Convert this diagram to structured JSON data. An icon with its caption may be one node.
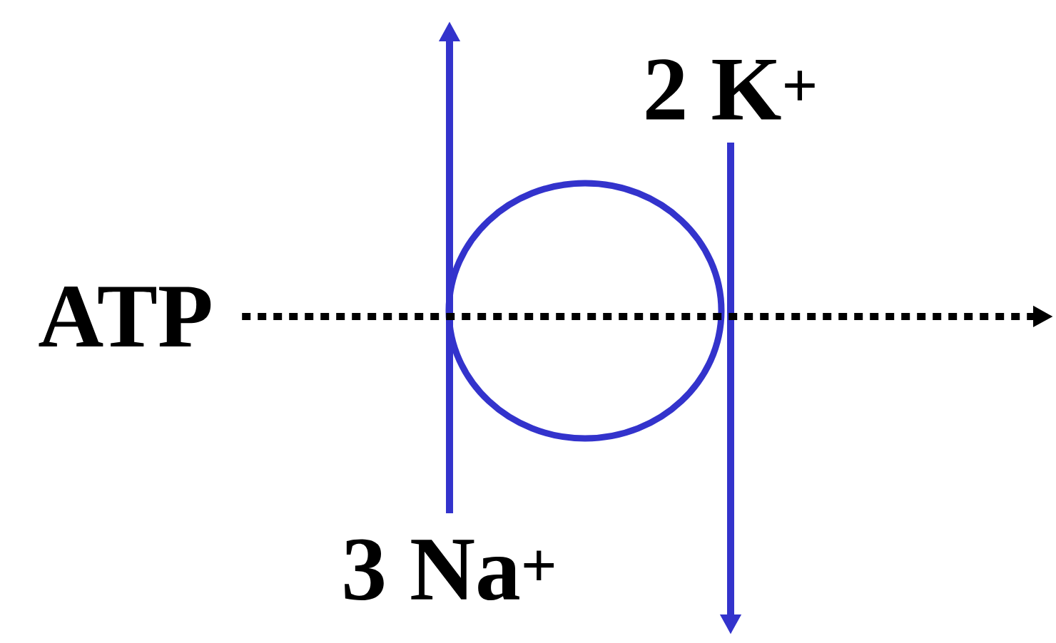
{
  "diagram": {
    "nodes": [
      {
        "text": [
          "ATP"
        ]
      },
      {
        "text": [],
        "shape": "circle"
      },
      {
        "text": [
          "2 K$^{+}$"
        ]
      },
      {
        "text": [
          "3 Na$^{+}$"
        ]
      }
    ],
    "edges": [
      {
        "from": 3,
        "to": null,
        "arrow": "to",
        "color": "#3333cc"
      },
      {
        "from": 2,
        "to": null,
        "arrow": "to",
        "color": "#3333cc"
      },
      {
        "from": 0,
        "to": null,
        "arrow": "to",
        "style": "dashed",
        "color": "#000000"
      }
    ]
  }
}
